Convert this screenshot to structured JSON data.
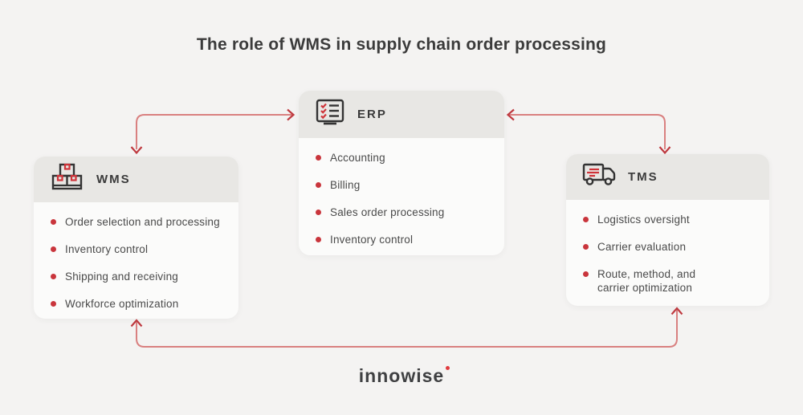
{
  "title": "The role of WMS in supply chain order processing",
  "colors": {
    "background": "#f4f3f2",
    "card_header": "#e8e7e4",
    "card_body": "#fbfbfa",
    "bullet": "#c9353c",
    "arrow_line": "#d98080",
    "arrow_head": "#bf3a40",
    "icon_outline": "#333333",
    "icon_accent": "#cf3339",
    "text": "#4a4a4a",
    "title_text": "#3b3b3b"
  },
  "cards": [
    {
      "id": "wms",
      "label": "WMS",
      "icon": "warehouse-boxes-icon",
      "items": [
        "Order selection and processing",
        "Inventory control",
        "Shipping and receiving",
        "Workforce optimization"
      ]
    },
    {
      "id": "erp",
      "label": "ERP",
      "icon": "checklist-monitor-icon",
      "items": [
        "Accounting",
        "Billing",
        "Sales order processing",
        "Inventory control"
      ]
    },
    {
      "id": "tms",
      "label": "TMS",
      "icon": "delivery-truck-icon",
      "items": [
        "Logistics oversight",
        "Carrier evaluation",
        "Route, method, and carrier optimization"
      ]
    }
  ],
  "connections": [
    {
      "from": "ERP",
      "to": "WMS",
      "bidirectional": true
    },
    {
      "from": "ERP",
      "to": "TMS",
      "bidirectional": true
    },
    {
      "from": "WMS",
      "to": "TMS",
      "bidirectional": true
    }
  ],
  "logo": {
    "text": "innowise",
    "dot_color": "#e03a3e"
  }
}
